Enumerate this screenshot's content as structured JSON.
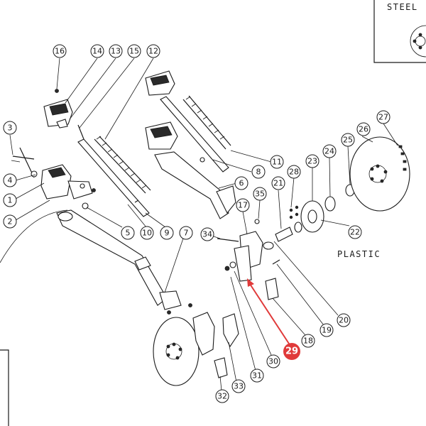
{
  "labels": {
    "steel": "STEEL",
    "plastic": "PLASTIC"
  },
  "callouts": [
    "1",
    "2",
    "3",
    "4",
    "5",
    "6",
    "7",
    "8",
    "9",
    "10",
    "11",
    "12",
    "13",
    "14",
    "15",
    "16",
    "17",
    "18",
    "19",
    "20",
    "21",
    "22",
    "23",
    "24",
    "25",
    "26",
    "27",
    "28",
    "30",
    "31",
    "32",
    "33",
    "34",
    "35"
  ],
  "highlight": {
    "number": "29",
    "color": "#e03a3a"
  },
  "colors": {
    "line": "#1a1a1a",
    "highlight": "#e03a3a"
  }
}
